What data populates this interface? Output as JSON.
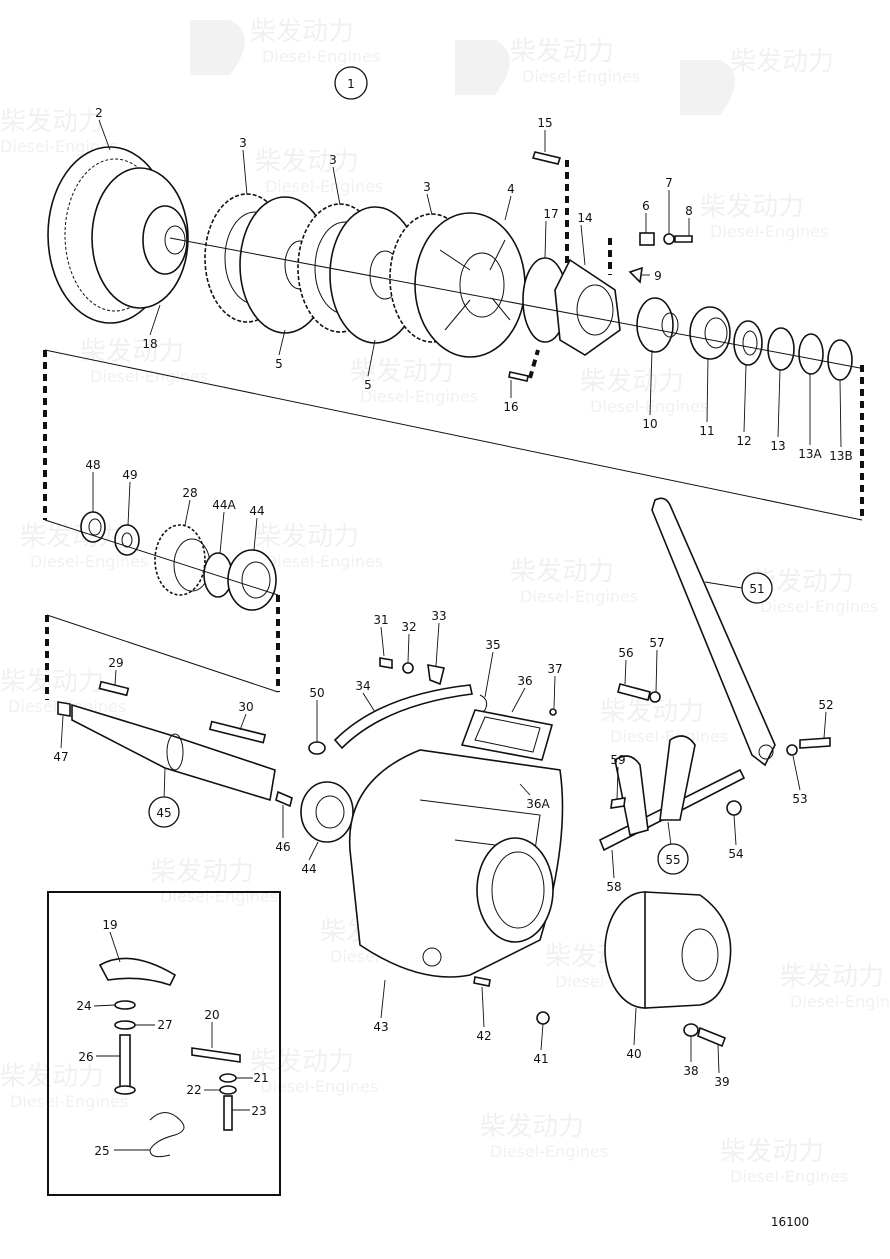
{
  "drawing_number": "16100",
  "watermark": {
    "brand_cn": "柴发动力",
    "brand_en": "Diesel-Engines"
  },
  "group_callout": "1",
  "callouts": [
    "2",
    "3",
    "3",
    "3",
    "4",
    "5",
    "5",
    "6",
    "7",
    "8",
    "9",
    "10",
    "11",
    "12",
    "13",
    "13A",
    "13B",
    "14",
    "15",
    "16",
    "17",
    "18",
    "48",
    "49",
    "28",
    "44A",
    "44",
    "29",
    "30",
    "45",
    "46",
    "47",
    "44",
    "31",
    "32",
    "33",
    "34",
    "35",
    "36",
    "36A",
    "37",
    "50",
    "43",
    "42",
    "41",
    "40",
    "38",
    "39",
    "51",
    "52",
    "53",
    "54",
    "55",
    "56",
    "57",
    "58",
    "59",
    "19",
    "20",
    "21",
    "22",
    "23",
    "24",
    "25",
    "26",
    "27"
  ],
  "circled_callouts": [
    "45",
    "55",
    "51"
  ]
}
